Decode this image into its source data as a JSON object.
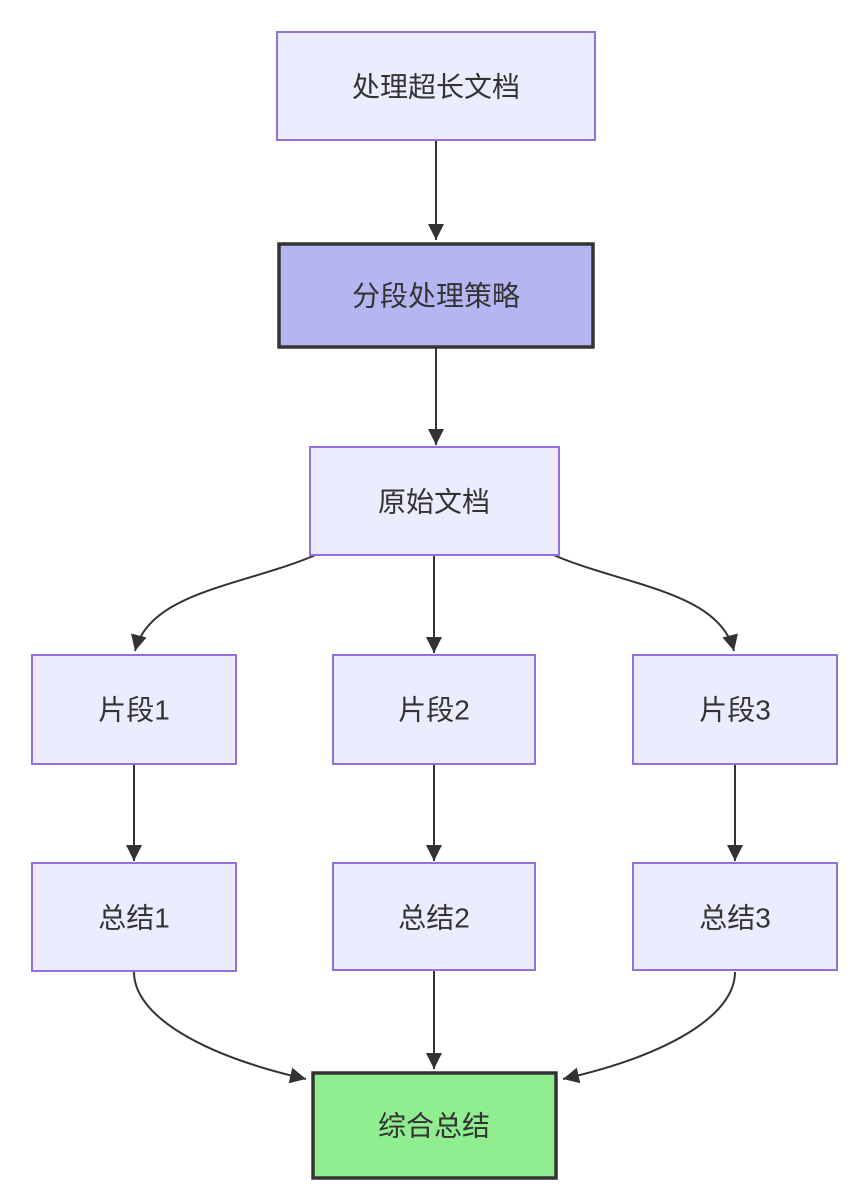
{
  "diagram": {
    "type": "flowchart",
    "direction": "top-down",
    "nodes": [
      {
        "id": "A",
        "label": "处理超长文档",
        "type": "default"
      },
      {
        "id": "B",
        "label": "分段处理策略",
        "type": "highlight"
      },
      {
        "id": "C",
        "label": "原始文档",
        "type": "default"
      },
      {
        "id": "D1",
        "label": "片段1",
        "type": "default"
      },
      {
        "id": "D2",
        "label": "片段2",
        "type": "default"
      },
      {
        "id": "D3",
        "label": "片段3",
        "type": "default"
      },
      {
        "id": "E1",
        "label": "总结1",
        "type": "default"
      },
      {
        "id": "E2",
        "label": "总结2",
        "type": "default"
      },
      {
        "id": "E3",
        "label": "总结3",
        "type": "default"
      },
      {
        "id": "F",
        "label": "综合总结",
        "type": "success"
      }
    ],
    "edges": [
      {
        "from": "A",
        "to": "B"
      },
      {
        "from": "B",
        "to": "C"
      },
      {
        "from": "C",
        "to": "D1"
      },
      {
        "from": "C",
        "to": "D2"
      },
      {
        "from": "C",
        "to": "D3"
      },
      {
        "from": "D1",
        "to": "E1"
      },
      {
        "from": "D2",
        "to": "E2"
      },
      {
        "from": "D3",
        "to": "E3"
      },
      {
        "from": "E1",
        "to": "F"
      },
      {
        "from": "E2",
        "to": "F"
      },
      {
        "from": "E3",
        "to": "F"
      }
    ],
    "colors": {
      "default_fill": "#ECECFF",
      "default_border": "#9370DB",
      "highlight_fill": "#b5b5f2",
      "highlight_border": "#333333",
      "success_fill": "#90EE90",
      "success_border": "#333333",
      "edge_stroke": "#333333",
      "text": "#333333"
    }
  }
}
